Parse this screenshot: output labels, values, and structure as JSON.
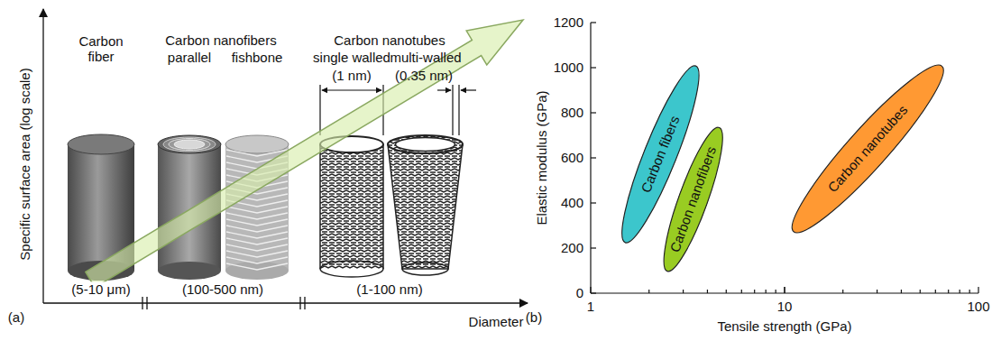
{
  "diagram": {
    "nodes": [
      {
        "text": [
          "Carbon fibers"
        ]
      },
      {
        "text": [
          "Carbon nanofibers"
        ]
      },
      {
        "text": [
          "Carbon nanotubes"
        ]
      }
    ],
    "labels": [
      "Specific surface area (log scale)",
      "Carbon fiber",
      "Carbon nanofibers",
      "parallel",
      "fishbone",
      "Carbon nanotubes",
      "single walled",
      "multi-walled",
      "(1 nm)",
      "(0.35 nm)",
      "(5-10 μm)",
      "(100-500 nm)",
      "(1-100 nm)",
      "Diameter",
      "(a)",
      "0",
      "200",
      "400",
      "600",
      "800",
      "1000",
      "1200",
      "1",
      "10",
      "100",
      "Tensile strength (GPa)",
      "Elastic modulus (GPa)",
      "(b)"
    ]
  }
}
